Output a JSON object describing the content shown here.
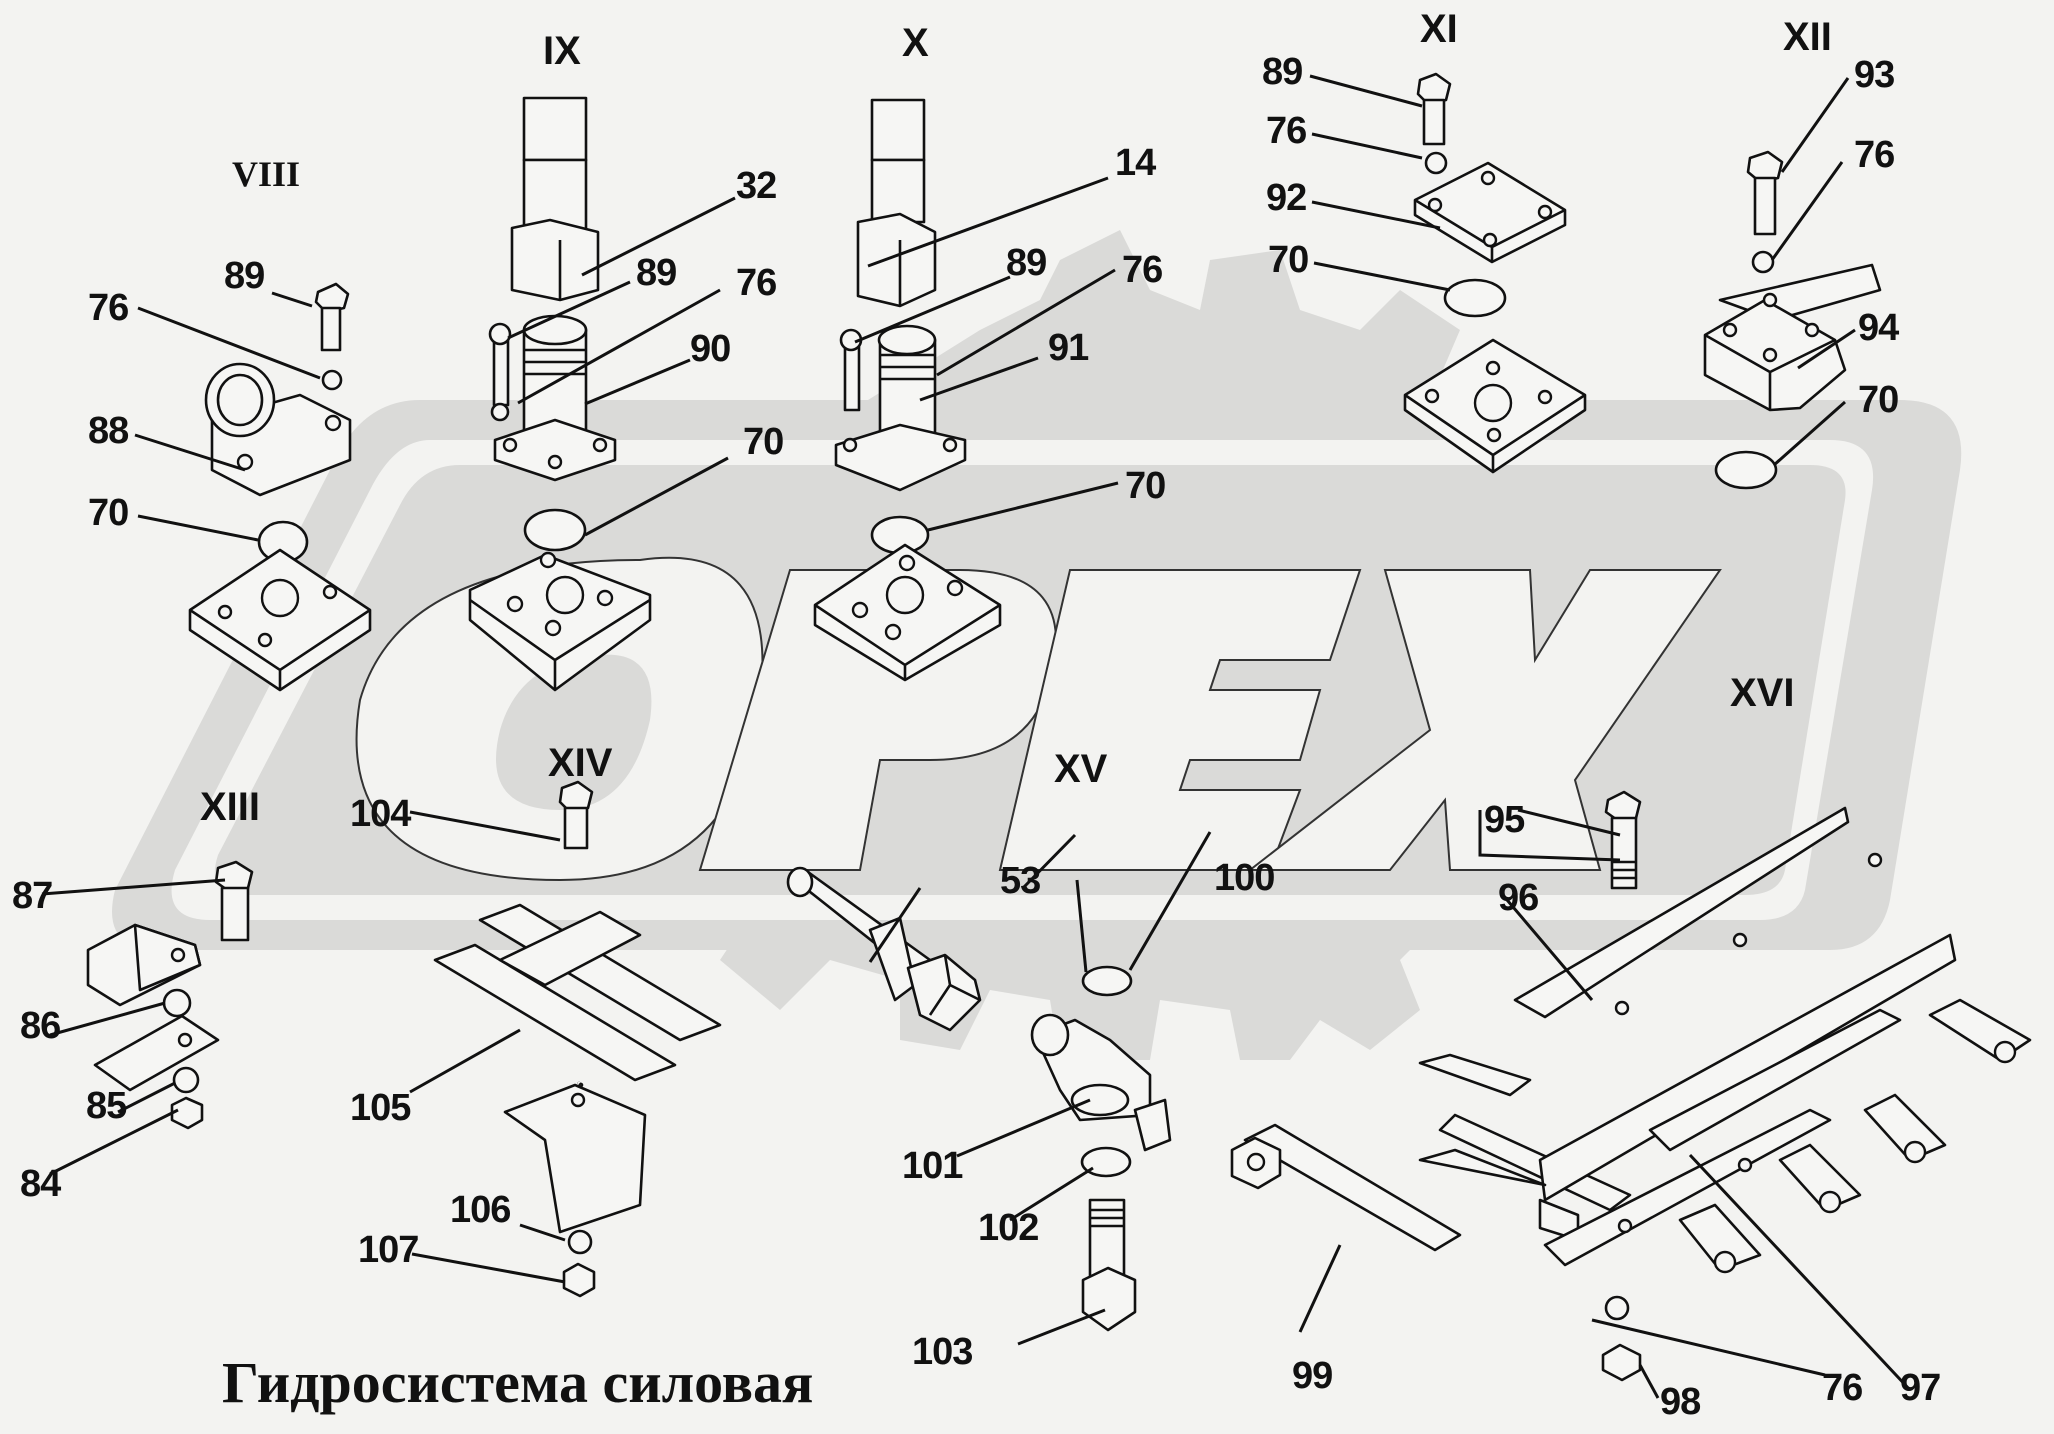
{
  "title": "Гидросистема силовая",
  "watermark": {
    "text": "OPEX",
    "color": "#dadad8"
  },
  "colors": {
    "background": "#f3f3f1",
    "ink": "#111111",
    "watermark": "#dadad8"
  },
  "groups": [
    {
      "id": "VIII",
      "label": "VIII",
      "callouts": [
        "89",
        "76",
        "88",
        "70"
      ]
    },
    {
      "id": "IX",
      "label": "IX",
      "callouts": [
        "32",
        "89",
        "76",
        "90",
        "70"
      ]
    },
    {
      "id": "X",
      "label": "X",
      "callouts": [
        "14",
        "89",
        "76",
        "91",
        "70"
      ]
    },
    {
      "id": "XI",
      "label": "XI",
      "callouts": [
        "89",
        "76",
        "92",
        "70"
      ]
    },
    {
      "id": "XII",
      "label": "XII",
      "callouts": [
        "93",
        "76",
        "94",
        "70"
      ]
    },
    {
      "id": "XIII",
      "label": "XIII",
      "callouts": [
        "87",
        "86",
        "85",
        "84"
      ]
    },
    {
      "id": "XIV",
      "label": "XIV",
      "callouts": [
        "104",
        "105",
        "106",
        "107"
      ]
    },
    {
      "id": "XV",
      "label": "XV",
      "callouts": [
        "53",
        "100",
        "101",
        "102",
        "103",
        "99"
      ]
    },
    {
      "id": "XVI",
      "label": "XVI",
      "callouts": [
        "95",
        "96",
        "76",
        "97",
        "98"
      ]
    }
  ]
}
